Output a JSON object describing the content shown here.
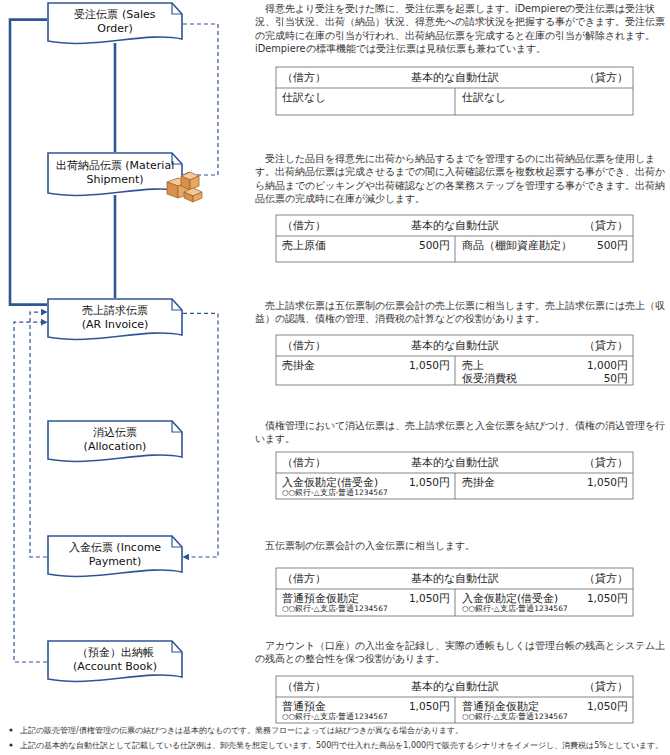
{
  "diagram": {
    "nodes": [
      {
        "text": [
          "受注伝票 (Sales Order)"
        ]
      },
      {
        "text": [
          "出荷納品伝票 (Material Shipment)"
        ]
      },
      {
        "text": [
          "売上請求伝票 (AR Invoice)"
        ]
      },
      {
        "text": [
          "消込伝票 (Allocation)"
        ]
      },
      {
        "text": [
          "入金伝票 (Income Payment)"
        ]
      },
      {
        "text": [
          "（預金）出納帳 (Account Book)"
        ]
      }
    ],
    "edges": [
      {
        "from": 0,
        "to": 1,
        "arrow": "none"
      },
      {
        "from": 1,
        "to": 2,
        "arrow": "none"
      },
      {
        "from": 0,
        "to": 2,
        "arrow": "none"
      },
      {
        "from": 0,
        "to": 1,
        "arrow": "to"
      },
      {
        "from": 2,
        "to": 4,
        "arrow": "to"
      },
      {
        "from": 4,
        "to": 2,
        "arrow": "to"
      },
      {
        "from": 5,
        "to": 2,
        "arrow": "to"
      }
    ],
    "labels": [
      "得意先より受注を受けた際に、受注伝票を起票します。iDempiereの受注伝票は受注状況、引当状況、出荷（納品）状況、得意先への請求状況を把握する事ができます。受注伝票の完成時に在庫の引当が行われ、出荷納品伝票を完成すると在庫の引当が解除されます。iDempiereの標準機能では受注伝票は見積伝票も兼ねています。",
      "（借方）",
      "基本的な自動仕訳",
      "（貸方）",
      "仕訳なし",
      "仕訳なし",
      "受注した品目を得意先に出荷から納品するまでを管理するのに出荷納品伝票を使用します。出荷納品伝票は完成させるまでの間に入荷確認伝票を複数枚起票する事ができ、出荷から納品までのピッキングや出荷確認などの各業務ステップを管理する事ができます。出荷納品伝票の完成時に在庫が減少します。",
      "（借方）",
      "基本的な自動仕訳",
      "（貸方）",
      "売上原価",
      "500円",
      "商品（棚卸資産勘定）",
      "500円",
      "売上請求伝票は五伝票制の伝票会計の売上伝票に相当します。売上請求伝票には売上（収益）の認識、債権の管理、消費税の計算などの役割があります。",
      "（借方）",
      "基本的な自動仕訳",
      "（貸方）",
      "売掛金",
      "1,050円",
      "売上",
      "1,000円",
      "仮受消費税",
      "50円",
      "債権管理において消込伝票は、売上請求伝票と入金伝票を結びつけ、債権の消込管理を行います。",
      "（借方）",
      "基本的な自動仕訳",
      "（貸方）",
      "入金仮勘定(借受金)",
      "○○銀行-△支店-普通1234567",
      "1,050円",
      "売掛金",
      "1,050円",
      "五伝票制の伝票会計の入金伝票に相当します。",
      "（借方）",
      "基本的な自動仕訳",
      "（貸方）",
      "普通預金仮勘定",
      "○○銀行-△支店-普通1234567",
      "1,050円",
      "入金仮勘定(借受金)",
      "○○銀行-△支店-普通1234567",
      "1,050円",
      "アカウント（口座）の入出金を記録し、実際の通帳もしくは管理台帳の残高とシステム上の残高との整合性を保つ役割があります。",
      "（借方）",
      "基本的な自動仕訳",
      "（貸方）",
      "普通預金",
      "○○銀行-△支店-普通1234567",
      "1,050円",
      "普通預金仮勘定",
      "○○銀行-△支店-普通1234567",
      "1,050円",
      "上記の販売管理/債権管理の伝票の結びつきは基本的なものです。業務フローによっては結びつきが異なる場合があります。",
      "上記の基本的な自動仕訳として記載している仕訳例は、卸売業を想定しています。500円で仕入れた商品を1,000円で販売するシナリオをイメージし、消費税は5%としています。"
    ]
  }
}
